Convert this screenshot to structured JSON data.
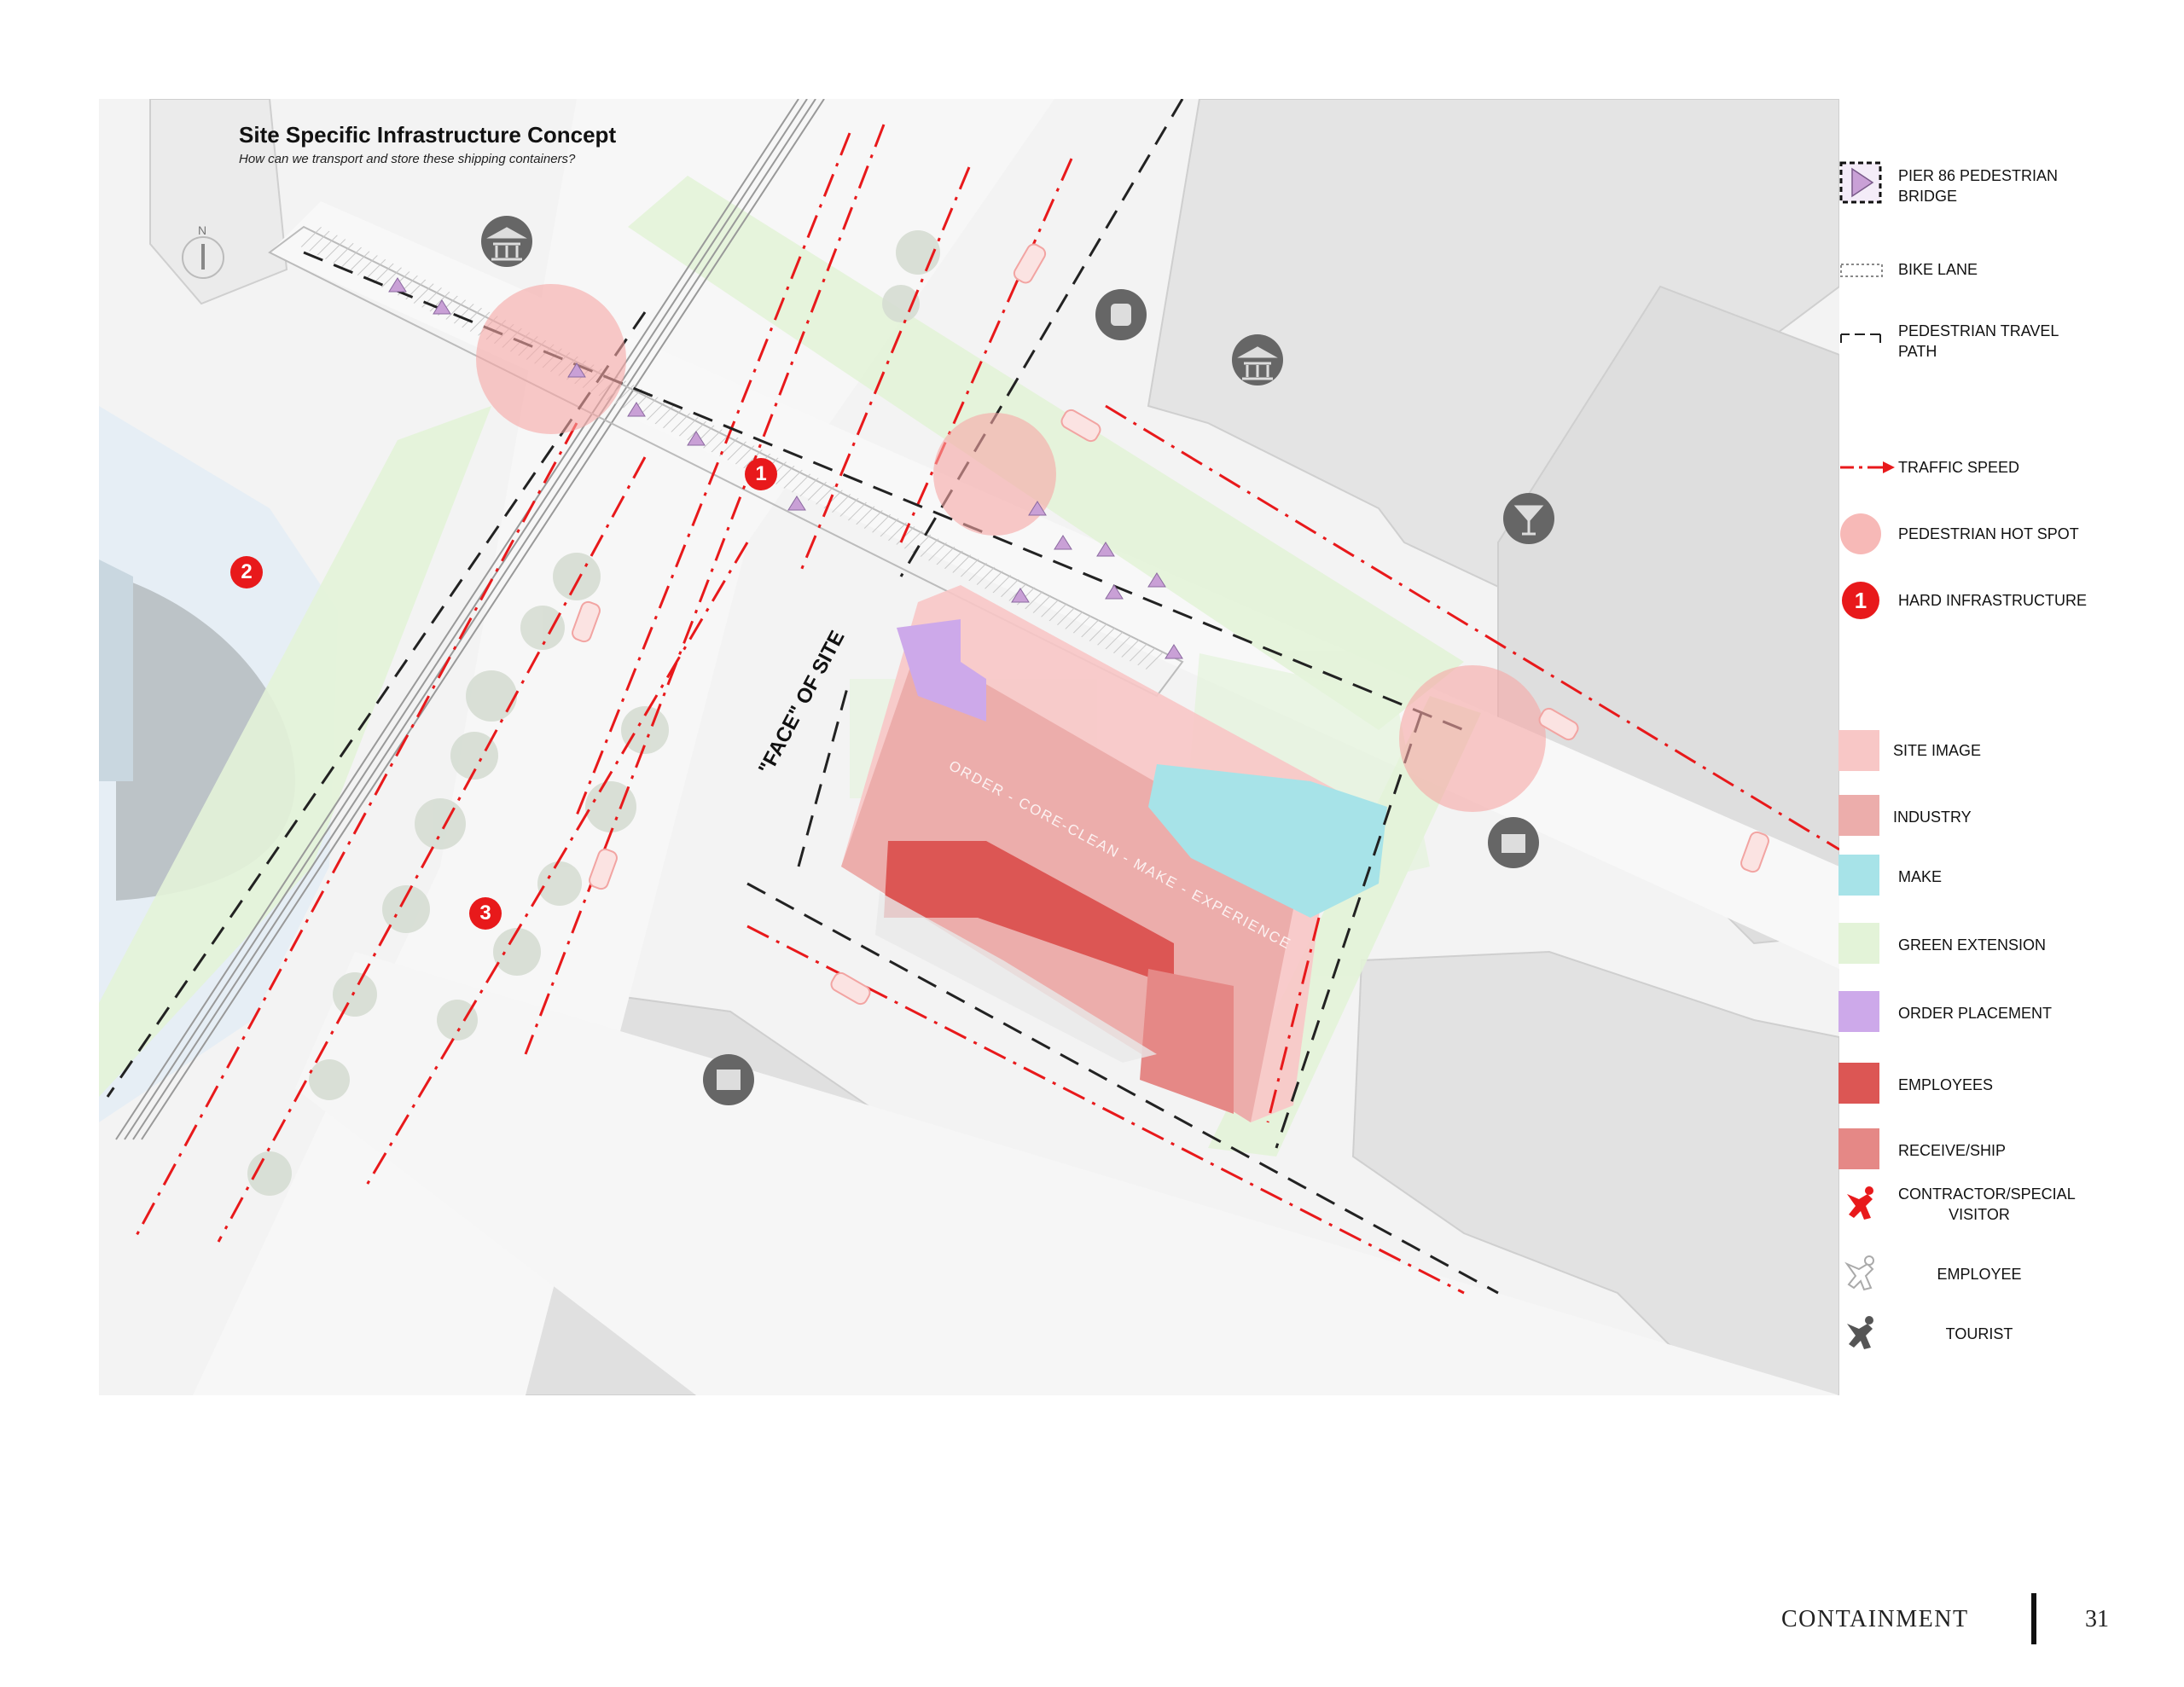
{
  "title": {
    "main": "Site Specific Infrastructure Concept",
    "subtitle": "How can we transport and store these shipping containers?"
  },
  "map": {
    "north_label": "N",
    "face_of_site_label": "\"FACE\" OF SITE",
    "flow_label": "ORDER - CORE-CLEAN - MAKE - EXPERIENCE",
    "markers": [
      {
        "number": "1"
      },
      {
        "number": "2"
      },
      {
        "number": "3"
      }
    ],
    "icons": [
      "museum-icon",
      "museum-icon",
      "museum-icon",
      "transit-icon",
      "cocktail-bar-icon",
      "storefront-icon",
      "shop-icon"
    ]
  },
  "legend": {
    "items": [
      {
        "key": "pier",
        "label": "PIER 86 PEDESTRIAN\nBRIDGE",
        "color": "#c9a0d6"
      },
      {
        "key": "bike",
        "label": "BIKE LANE",
        "color": "#9a9a9a"
      },
      {
        "key": "ped",
        "label": "PEDESTRIAN TRAVEL\nPATH",
        "color": "#222222"
      },
      {
        "key": "traffic",
        "label": "TRAFFIC SPEED",
        "color": "#e8191b"
      },
      {
        "key": "hotspot",
        "label": "PEDESTRIAN HOT SPOT",
        "color": "#f7b9b7"
      },
      {
        "key": "hard",
        "label": "HARD INFRASTRUCTURE",
        "color": "#e8191b"
      },
      {
        "key": "site",
        "label": "SITE IMAGE",
        "color": "#f8c7c6"
      },
      {
        "key": "industry",
        "label": "INDUSTRY",
        "color": "#ecadab"
      },
      {
        "key": "make",
        "label": "MAKE",
        "color": "#a7e3e8"
      },
      {
        "key": "green",
        "label": "GREEN EXTENSION",
        "color": "#e3f3d8"
      },
      {
        "key": "order",
        "label": "ORDER PLACEMENT",
        "color": "#cda9ea"
      },
      {
        "key": "employees",
        "label": "EMPLOYEES",
        "color": "#dc5654"
      },
      {
        "key": "receive",
        "label": "RECEIVE/SHIP",
        "color": "#e58886"
      },
      {
        "key": "contractor",
        "label": "CONTRACTOR/SPECIAL\nVISITOR",
        "color": "#e8191b"
      },
      {
        "key": "employee",
        "label": "EMPLOYEE",
        "color": "#bbbbbb"
      },
      {
        "key": "tourist",
        "label": "TOURIST",
        "color": "#555555"
      }
    ]
  },
  "footer": {
    "section": "CONTAINMENT",
    "page": "31"
  }
}
